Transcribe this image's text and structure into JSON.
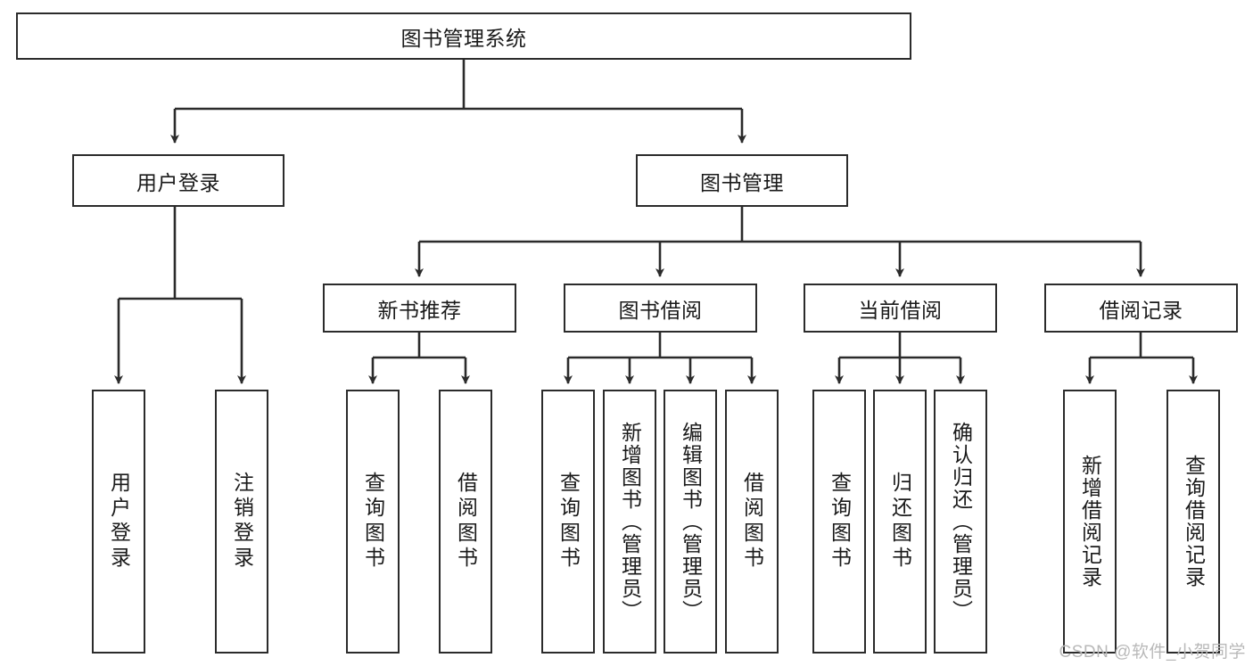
{
  "diagram": {
    "title": "图书管理系统",
    "root": {
      "label": "图书管理系统"
    },
    "level2": [
      {
        "label": "用户登录"
      },
      {
        "label": "图书管理"
      }
    ],
    "level3": [
      {
        "label": "新书推荐"
      },
      {
        "label": "图书借阅"
      },
      {
        "label": "当前借阅"
      },
      {
        "label": "借阅记录"
      }
    ],
    "leaves": {
      "user_login": [
        {
          "label": "用户登录"
        },
        {
          "label": "注销登录"
        }
      ],
      "new_book": [
        {
          "label": "查询图书"
        },
        {
          "label": "借阅图书"
        }
      ],
      "book_borrow": [
        {
          "label": "查询图书"
        },
        {
          "label": "新增图书（管理员）"
        },
        {
          "label": "编辑图书（管理员）"
        },
        {
          "label": "借阅图书"
        }
      ],
      "current_borrow": [
        {
          "label": "查询图书"
        },
        {
          "label": "归还图书"
        },
        {
          "label": "确认归还（管理员）"
        }
      ],
      "borrow_record": [
        {
          "label": "新增借阅记录"
        },
        {
          "label": "查询借阅记录"
        }
      ]
    },
    "watermark": "CSDN @软件_小贺同学",
    "colors": {
      "stroke": "#2b2b2b",
      "fill": "#ffffff",
      "text": "#1a1a1a",
      "watermark": "#b9b9b9"
    }
  }
}
